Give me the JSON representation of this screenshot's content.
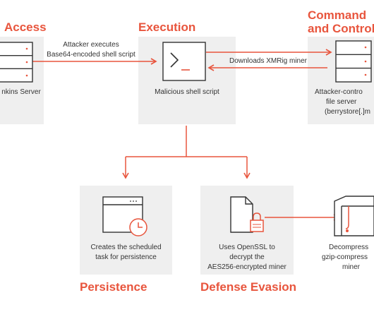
{
  "headings": {
    "initial_access": "Access",
    "execution": "Execution",
    "c2_line1": "Command",
    "c2_line2": "and Control",
    "persistence": "Persistence",
    "defense_evasion": "Defense Evasion"
  },
  "nodes": {
    "jenkins": {
      "label": "nkins Server",
      "icon": "server-icon"
    },
    "script": {
      "label": "Malicious shell script",
      "icon": "terminal-icon"
    },
    "c2": {
      "line1": "Attacker-contro",
      "line2": "file server",
      "line3": "(berrystore[.]m",
      "icon": "server-icon"
    },
    "persistence": {
      "line1": "Creates the scheduled",
      "line2": "task for persistence",
      "icon": "browser-clock-icon"
    },
    "evasion": {
      "line1": "Uses OpenSSL to",
      "line2": "decrypt the",
      "line3": "AES256-encrypted miner",
      "icon": "locked-file-icon"
    },
    "decompress": {
      "line1": "Decompress",
      "line2": "gzip-compress",
      "line3": "miner",
      "icon": "folder-icon"
    }
  },
  "edges": {
    "access_to_execution": {
      "line1": "Attacker executes",
      "line2": "Base64-encoded shell script"
    },
    "c2_download": {
      "label": "Downloads XMRig miner"
    }
  },
  "colors": {
    "accent": "#e8553d",
    "panel": "#efefef",
    "icon_stroke": "#333333"
  }
}
